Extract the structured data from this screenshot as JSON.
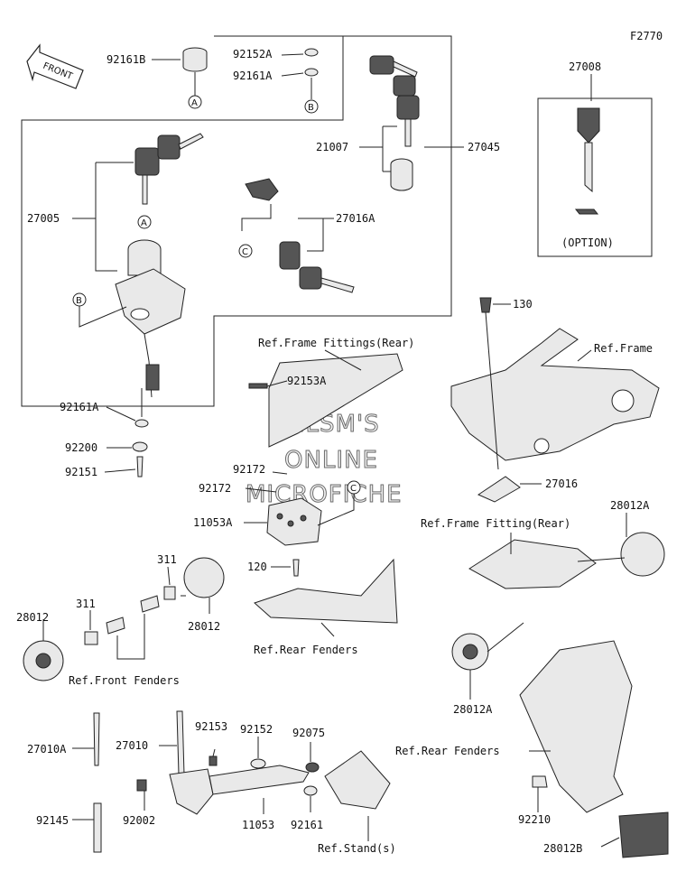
{
  "figure_code": "F2770",
  "front_arrow": "FRONT",
  "watermark": [
    "HLSM'S",
    "ONLINE",
    "MICROFICHE"
  ],
  "ref_letters": [
    "A",
    "B",
    "C"
  ],
  "labels": {
    "p92161B": "92161B",
    "p92152A": "92152A",
    "p92161A_top": "92161A",
    "p27008": "27008",
    "p27005": "27005",
    "p21007": "21007",
    "p27045": "27045",
    "p27016A": "27016A",
    "option": "(OPTION)",
    "p130": "130",
    "ref_frame_fittings_rear": "Ref.Frame Fittings(Rear)",
    "ref_frame": "Ref.Frame",
    "p92153A": "92153A",
    "p92161A_mid": "92161A",
    "p92200": "92200",
    "p92151": "92151",
    "p92172_a": "92172",
    "p92172_b": "92172",
    "p27016": "27016",
    "p11053A": "11053A",
    "p28012A_top": "28012A",
    "ref_frame_fitting_rear": "Ref.Frame Fitting(Rear)",
    "p311_a": "311",
    "p120": "120",
    "p28012_left": "28012",
    "p311_b": "311",
    "p28012_right": "28012",
    "ref_rear_fenders_mid": "Ref.Rear Fenders",
    "ref_front_fenders": "Ref.Front Fenders",
    "p28012A_bottom": "28012A",
    "p27010A": "27010A",
    "p27010": "27010",
    "p92153": "92153",
    "p92152": "92152",
    "p92075": "92075",
    "ref_rear_fenders_right": "Ref.Rear Fenders",
    "p92145": "92145",
    "p92002": "92002",
    "p11053": "11053",
    "p92161": "92161",
    "ref_stand": "Ref.Stand(s)",
    "p92210": "92210",
    "p28012B": "28012B"
  }
}
